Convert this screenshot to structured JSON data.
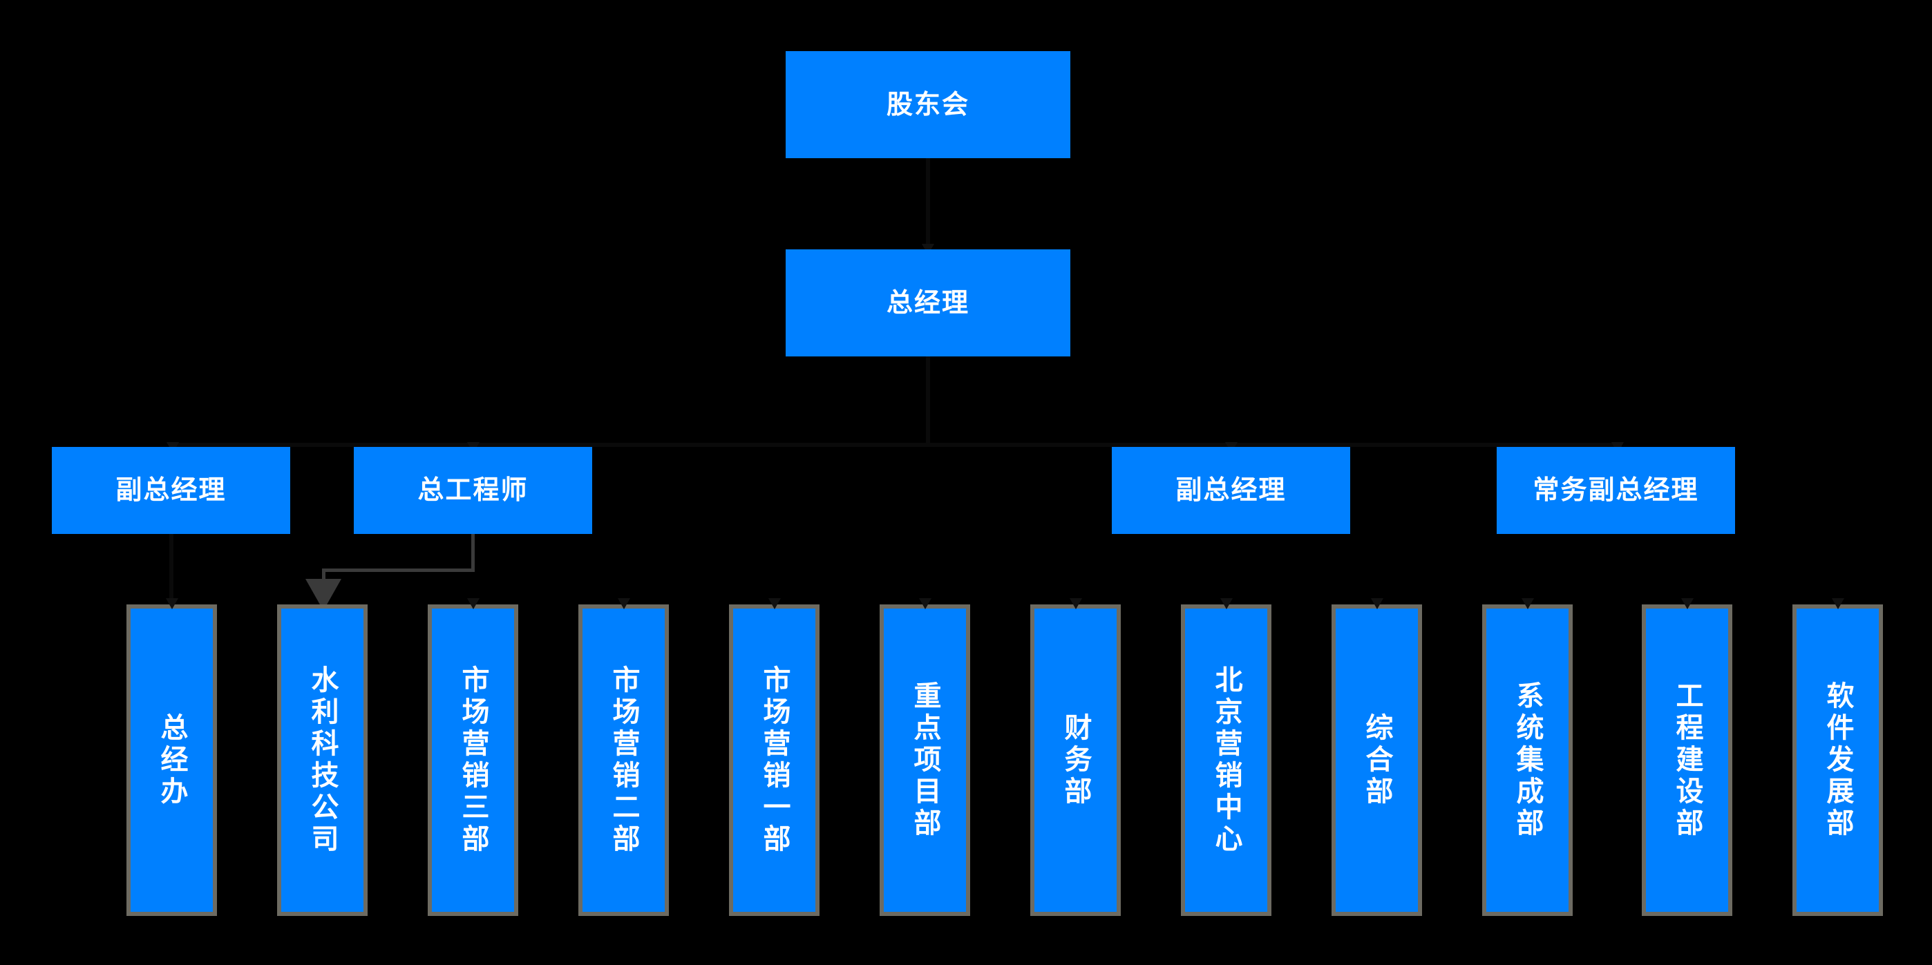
{
  "chart_data": {
    "type": "diagram",
    "diagram_kind": "organization-chart",
    "title": "",
    "background_color": "#000000",
    "node_fill_color": "#0080ff",
    "node_text_color": "#ffffff",
    "department_border_color": "#6d6b62",
    "connector_color": "#3a3a3a",
    "levels": [
      {
        "level": 1,
        "nodes": [
          "股东会"
        ]
      },
      {
        "level": 2,
        "nodes": [
          "总经理"
        ]
      },
      {
        "level": 3,
        "nodes": [
          "副总经理",
          "总工程师",
          "副总经理",
          "常务副总经理"
        ]
      },
      {
        "level": 4,
        "nodes": [
          "总经办",
          "水利科技公司",
          "市场营销三部",
          "市场营销二部",
          "市场营销一部",
          "重点项目部",
          "财务部",
          "北京营销中心",
          "综合部",
          "系统集成部",
          "工程建设部",
          "软件发展部"
        ]
      }
    ]
  },
  "top": {
    "shareholders": "股东会"
  },
  "second": {
    "general_manager": "总经理"
  },
  "executives": [
    {
      "label": "副总经理"
    },
    {
      "label": "总工程师"
    },
    {
      "label": "副总经理"
    },
    {
      "label": "常务副总经理"
    }
  ],
  "departments": [
    {
      "label": "总经办"
    },
    {
      "label": "水利科技公司"
    },
    {
      "label": "市场营销三部"
    },
    {
      "label": "市场营销二部"
    },
    {
      "label": "市场营销一部"
    },
    {
      "label": "重点项目部"
    },
    {
      "label": "财务部"
    },
    {
      "label": "北京营销中心"
    },
    {
      "label": "综合部"
    },
    {
      "label": "系统集成部"
    },
    {
      "label": "工程建设部"
    },
    {
      "label": "软件发展部"
    }
  ]
}
